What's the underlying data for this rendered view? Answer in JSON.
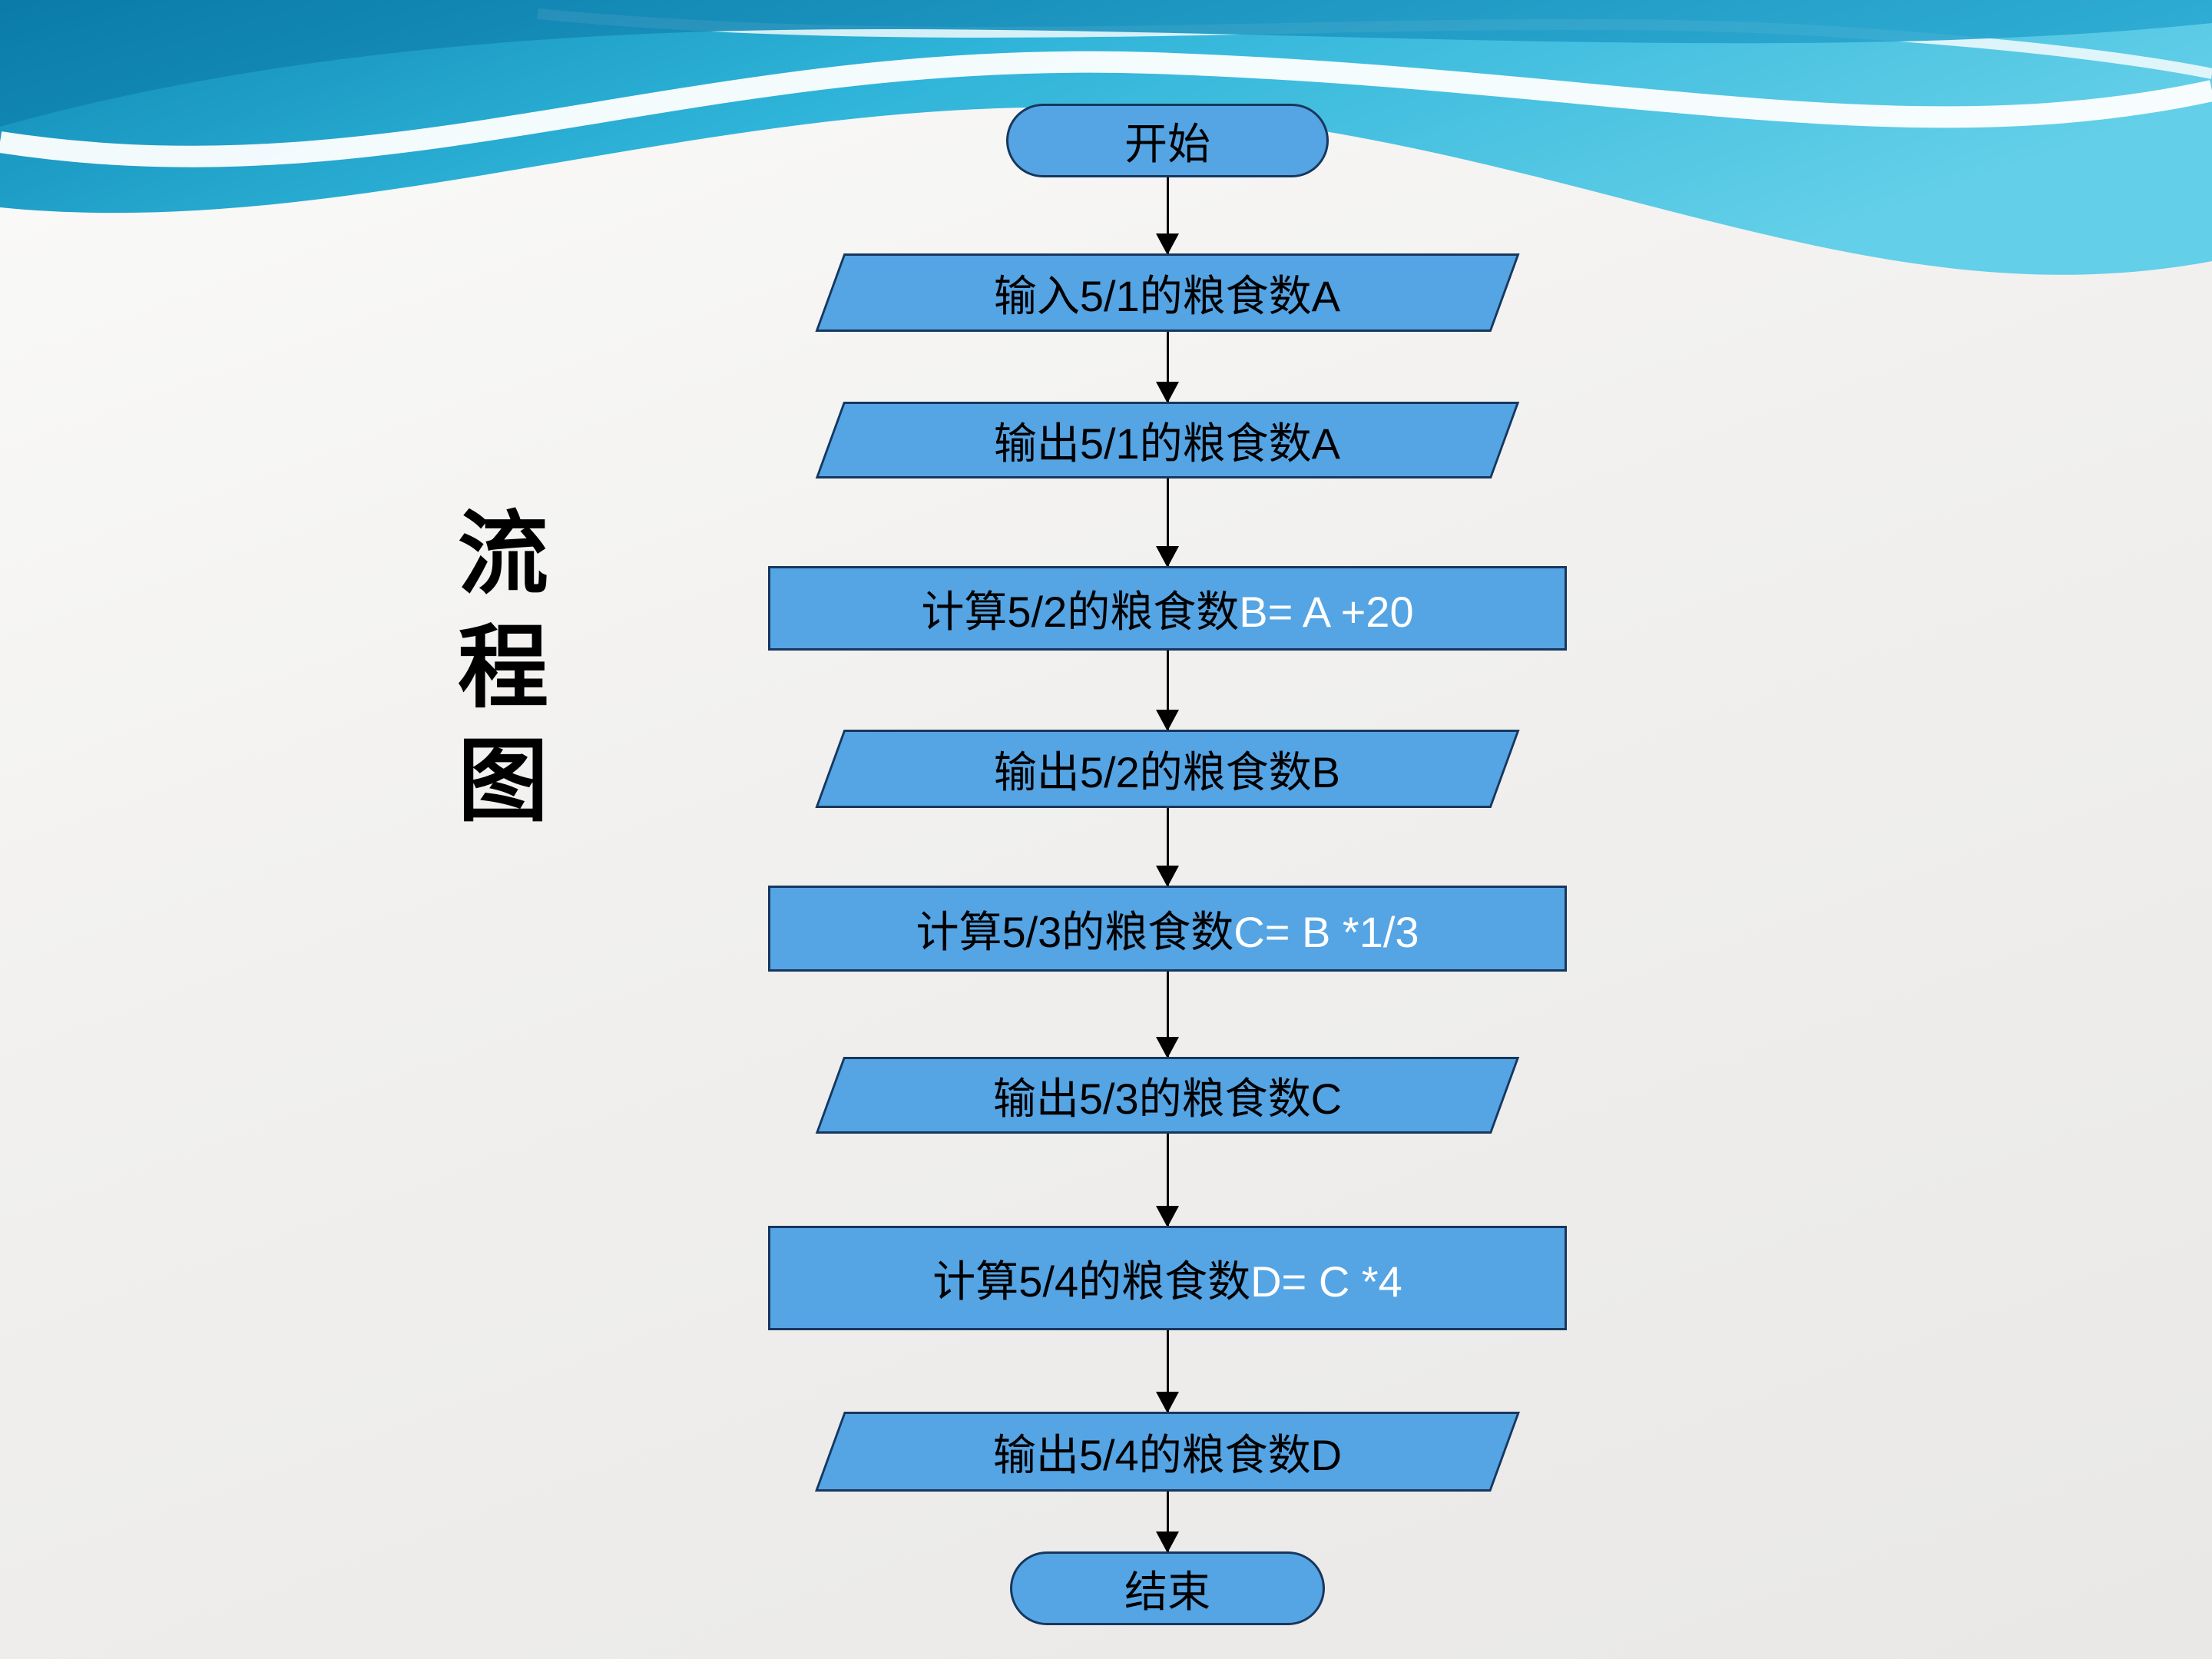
{
  "slide": {
    "title_vertical": [
      "流",
      "程",
      "图"
    ],
    "colors": {
      "shape_fill": "#55a4e4",
      "shape_border": "#17375e",
      "label_text": "#000000",
      "formula_text": "#ffffff",
      "wave_dark": "#0e89b4",
      "wave_light": "#63cfe8"
    }
  },
  "flowchart": {
    "nodes": [
      {
        "id": "start",
        "type": "terminator",
        "label": "开始"
      },
      {
        "id": "input-a",
        "type": "io",
        "label": "输入5/1的粮食数A"
      },
      {
        "id": "output-a",
        "type": "io",
        "label": "输出5/1的粮食数A"
      },
      {
        "id": "calc-b",
        "type": "process",
        "label": "计算5/2的粮食数",
        "formula": "B= A +20"
      },
      {
        "id": "output-b",
        "type": "io",
        "label": "输出5/2的粮食数B"
      },
      {
        "id": "calc-c",
        "type": "process",
        "label": "计算5/3的粮食数",
        "formula": "C= B *1/3"
      },
      {
        "id": "output-c",
        "type": "io",
        "label": "输出5/3的粮食数C"
      },
      {
        "id": "calc-d",
        "type": "process",
        "label": "计算5/4的粮食数",
        "formula": "D= C *4"
      },
      {
        "id": "output-d",
        "type": "io",
        "label": "输出5/4的粮食数D"
      },
      {
        "id": "end",
        "type": "terminator",
        "label": "结束"
      }
    ]
  }
}
